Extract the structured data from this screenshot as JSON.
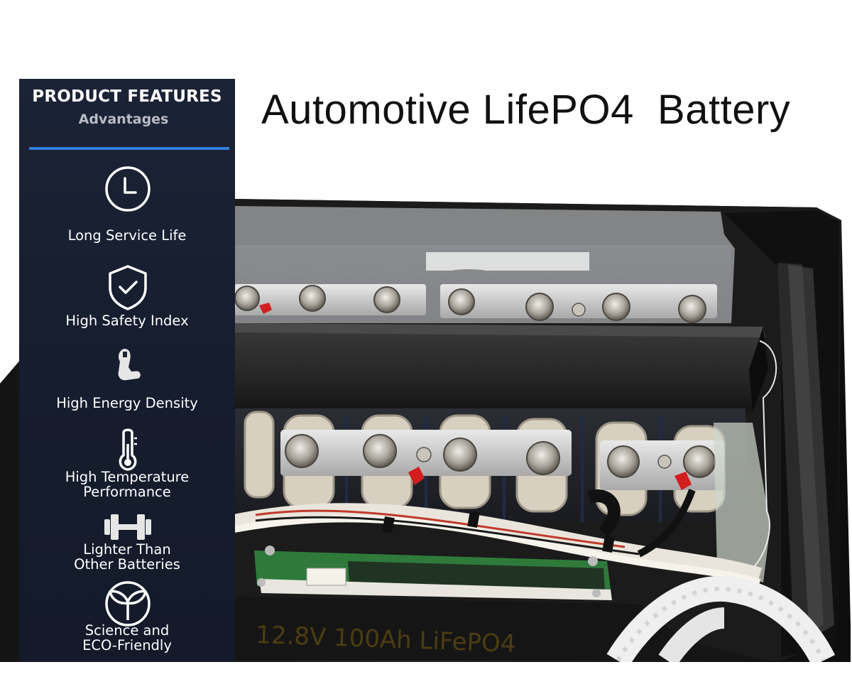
{
  "title": "Automotive LifePO4  Battery",
  "sidebar": {
    "heading": "PRODUCT FEATURES",
    "subheading": "Advantages",
    "accent_color": "#2f7fd9",
    "features": [
      {
        "icon": "clock-icon",
        "lines": [
          "Long Service Life"
        ]
      },
      {
        "icon": "shield-check-icon",
        "lines": [
          "High Safety Index"
        ]
      },
      {
        "icon": "flexed-arm-icon",
        "lines": [
          "High Energy Density"
        ]
      },
      {
        "icon": "thermometer-icon",
        "lines": [
          "High Temperature",
          "Performance"
        ]
      },
      {
        "icon": "dumbbell-icon",
        "lines": [
          "Lighter Than",
          "Other Batteries"
        ]
      },
      {
        "icon": "leaf-sprout-icon",
        "lines": [
          "Science and",
          "ECO-Friendly"
        ]
      }
    ]
  },
  "photo": {
    "case_print": "12.8V 100Ah LiFePO4"
  }
}
